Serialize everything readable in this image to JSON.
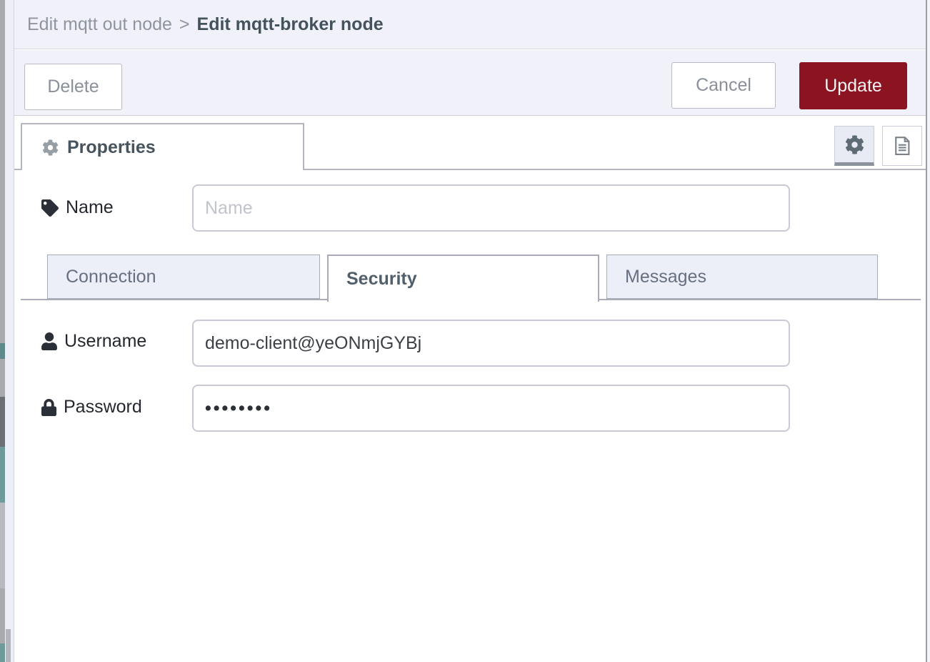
{
  "breadcrumb": {
    "parent": "Edit mqtt out node",
    "separator": ">",
    "current": "Edit mqtt-broker node"
  },
  "toolbar": {
    "delete_label": "Delete",
    "cancel_label": "Cancel",
    "update_label": "Update"
  },
  "properties_tab": {
    "label": "Properties"
  },
  "header_icons": {
    "properties_button": "gear-icon",
    "description_button": "file-text-icon"
  },
  "form": {
    "name": {
      "label": "Name",
      "placeholder": "Name",
      "value": "",
      "icon": "tag-icon"
    },
    "tabs": [
      {
        "label": "Connection",
        "active": false
      },
      {
        "label": "Security",
        "active": true
      },
      {
        "label": "Messages",
        "active": false
      }
    ],
    "username": {
      "label": "Username",
      "value": "demo-client@yeONmjGYBj",
      "icon": "user-icon"
    },
    "password": {
      "label": "Password",
      "masked_value": "••••••••",
      "icon": "lock-icon"
    }
  },
  "colors": {
    "accent_red": "#8c1420",
    "tray_header_bg": "#f1f2f9",
    "inactive_tab_bg": "#eceef8"
  }
}
